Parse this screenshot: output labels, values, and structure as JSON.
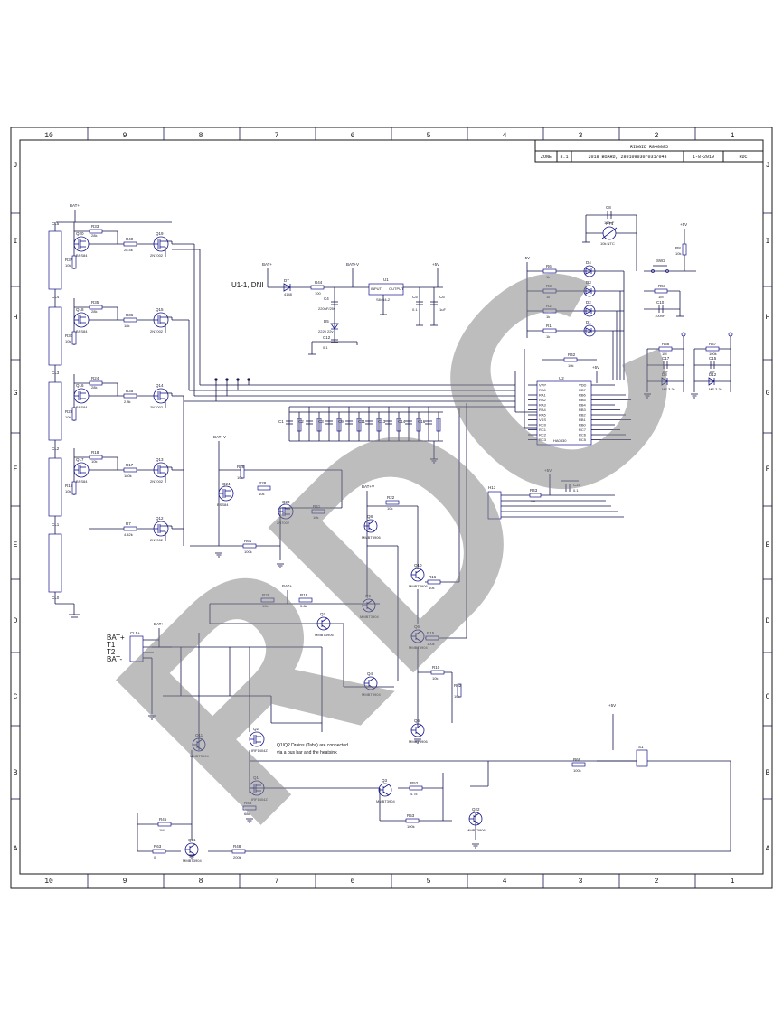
{
  "title_block": {
    "company": "RIDGID R840085",
    "zone_label": "ZONE",
    "zone_value": "8.1",
    "description": "2018 BOARD, 280109030/031/043",
    "date": "1-8-2019",
    "drawn_by": "RDC"
  },
  "zones": {
    "columns": [
      "10",
      "9",
      "8",
      "7",
      "6",
      "5",
      "4",
      "3",
      "2",
      "1"
    ],
    "rows": [
      "J",
      "I",
      "H",
      "G",
      "F",
      "E",
      "D",
      "C",
      "B",
      "A"
    ]
  },
  "watermark": "RDC",
  "header_note": "U1-1, DNI",
  "notes": {
    "drains_line1": "Q1/Q2 Drains (Tabs) are connected",
    "drains_line2": "via a bus bar and the heatsink"
  },
  "connector_labels": [
    "BAT+",
    "T1",
    "T2",
    "BAT-"
  ],
  "power_labels": {
    "bat_plus": "BAT+",
    "bat_plus_v": "BAT+V",
    "vcc": "+5V"
  },
  "cells": [
    {
      "ref": "CL5"
    },
    {
      "ref": "CL4"
    },
    {
      "ref": "CL3"
    },
    {
      "ref": "CL2"
    },
    {
      "ref": "CL1"
    },
    {
      "ref": "CL0"
    }
  ],
  "cell_stages": [
    {
      "r_top": "R33",
      "r_top_val": "28k",
      "q_bal": "Q20",
      "q_bal_type": "BSS84",
      "r_mid": "R40",
      "r_mid_val": "28.4k",
      "q_fet": "Q19",
      "q_fet_type": "2N7002",
      "r_bot": "R37",
      "r_bot_val": "10k"
    },
    {
      "r_top": "R35",
      "r_top_val": "28k",
      "q_bal": "Q18",
      "q_bal_type": "BSS84",
      "r_mid": "R36",
      "r_mid_val": "18k",
      "q_fet": "Q15",
      "q_fet_type": "2N7002",
      "r_bot": "R30",
      "r_bot_val": "10k"
    },
    {
      "r_top": "R24",
      "r_top_val": "28k",
      "q_bal": "Q16",
      "q_bal_type": "BSS84",
      "r_mid": "R35",
      "r_mid_val": "2.8k",
      "q_fet": "Q14",
      "q_fet_type": "2N7002",
      "r_bot": "R23",
      "r_bot_val": "10k"
    },
    {
      "r_top": "R18",
      "r_top_val": "10k",
      "q_bal": "Q17",
      "q_bal_type": "BSS84",
      "r_mid": "R17",
      "r_mid_val": "180k",
      "q_fet": "Q13",
      "q_fet_type": "2N7002",
      "r_bot": "R15",
      "r_bot_val": "10k"
    },
    {
      "r_top": "",
      "r_top_val": "",
      "q_bal": "",
      "q_bal_type": "",
      "r_mid": "R7",
      "r_mid_val": "4.42k",
      "q_fet": "Q12",
      "q_fet_type": "2N7002",
      "r_bot": "",
      "r_bot_val": ""
    }
  ],
  "regulator": {
    "d7": "D7",
    "d7_val": "4148",
    "r44": "R44",
    "r44_val": "100",
    "c4": "C4",
    "c4_val": "220uF/25v",
    "d5": "D5",
    "d5_val": "2220 22v",
    "c12": "C12",
    "c12_val": "0.1",
    "u1": "U1",
    "u1_part": "S8464-2",
    "u1_in": "INPUT",
    "u1_out": "OUTPUT",
    "c5": "C5",
    "c5_val": "0.1",
    "c6": "C6",
    "c6_val": "1uF"
  },
  "mcu": {
    "ref": "U2",
    "part": "HA0830",
    "pins_left": [
      "VPP",
      "RA0",
      "RA1",
      "RA2",
      "RA3",
      "RA4",
      "RA5",
      "VSS",
      "RC0",
      "RC1",
      "RC2",
      "RC3"
    ],
    "pins_right": [
      "VDD",
      "RB7",
      "RB6",
      "RB5",
      "RB4",
      "RB3",
      "RB2",
      "RB1",
      "RB0",
      "RC7",
      "RC6",
      "RC5"
    ]
  },
  "thermistor": {
    "c": "C8",
    "c_val": "100nF",
    "rt": "RT1",
    "rt_val": "10k NTC"
  },
  "leds": [
    {
      "r": "R6",
      "r_val": "1k",
      "d": "D4"
    },
    {
      "r": "R3",
      "r_val": "1k",
      "d": "D3"
    },
    {
      "r": "R2",
      "r_val": "1k",
      "d": "D2"
    },
    {
      "r": "R1",
      "r_val": "1k",
      "d": "D1"
    }
  ],
  "switch_block": {
    "r": "R8",
    "r_val": "10k",
    "sw": "SW2",
    "r57": "R57",
    "r57_val": "1M",
    "c10": "C10",
    "c10_val": "100nF",
    "r42": "R42",
    "r42_val": "10k"
  },
  "zeners": [
    {
      "r": "R58",
      "r_val": "1M",
      "c": "C17",
      "c_val": "1nF",
      "d": "D8",
      "d_val": "MS 3.3v"
    },
    {
      "r": "R47",
      "r_val": "100k",
      "c": "C15",
      "c_val": "1nF",
      "d": "D12",
      "d_val": "MS 3.3v"
    }
  ],
  "programming_header": {
    "ref": "H13",
    "r": "R43",
    "r_val": "10k",
    "c": "C20",
    "c_val": "0.1"
  },
  "filter_caps": [
    "C1",
    "C2",
    "C3",
    "C9",
    "C11",
    "C13",
    "C14",
    "C16"
  ],
  "driver_stage": [
    {
      "ref": "Q24",
      "type": "BSS84"
    },
    {
      "ref": "Q23",
      "type": "2N7002"
    },
    {
      "ref": "Q8",
      "type": "MMBT3906"
    },
    {
      "ref": "Q9",
      "type": "MMBT3904"
    },
    {
      "ref": "Q10",
      "type": "MMBT3906"
    },
    {
      "ref": "Q6",
      "type": "MMBT3904"
    },
    {
      "ref": "Q7",
      "type": "MMBT3906"
    },
    {
      "ref": "Q4",
      "type": "MMBT3904"
    },
    {
      "ref": "Q5",
      "type": "MMBT3906"
    },
    {
      "ref": "Q3",
      "type": "MMBT3904"
    },
    {
      "ref": "Q11",
      "type": "MMBT3904"
    },
    {
      "ref": "Q21",
      "type": "MMBT3904"
    },
    {
      "ref": "Q22",
      "type": "MMBT3906"
    }
  ],
  "driver_resistors": [
    {
      "ref": "R26",
      "val": "10k"
    },
    {
      "ref": "R28",
      "val": "10k"
    },
    {
      "ref": "R61",
      "val": "100k"
    },
    {
      "ref": "R41",
      "val": "10k"
    },
    {
      "ref": "R22",
      "val": "10k"
    },
    {
      "ref": "R19",
      "val": "5.6k"
    },
    {
      "ref": "R29",
      "val": "10k"
    },
    {
      "ref": "R16",
      "val": "10k"
    },
    {
      "ref": "R15",
      "val": "100k"
    },
    {
      "ref": "R10",
      "val": "10k"
    },
    {
      "ref": "R62",
      "val": "10k"
    },
    {
      "ref": "R53",
      "val": "100k"
    },
    {
      "ref": "R52",
      "val": "4.7k"
    },
    {
      "ref": "R64",
      "val": "68k"
    },
    {
      "ref": "R45",
      "val": "1M"
    },
    {
      "ref": "R63",
      "val": "0"
    },
    {
      "ref": "R48",
      "val": "200k"
    },
    {
      "ref": "R69",
      "val": "100k"
    }
  ],
  "power_fets": [
    {
      "ref": "Q1",
      "type": "IRF1404Z"
    },
    {
      "ref": "Q2",
      "type": "IRF1404Z"
    }
  ],
  "connectors": [
    {
      "ref": "CL5+"
    },
    {
      "ref": "S1"
    }
  ]
}
